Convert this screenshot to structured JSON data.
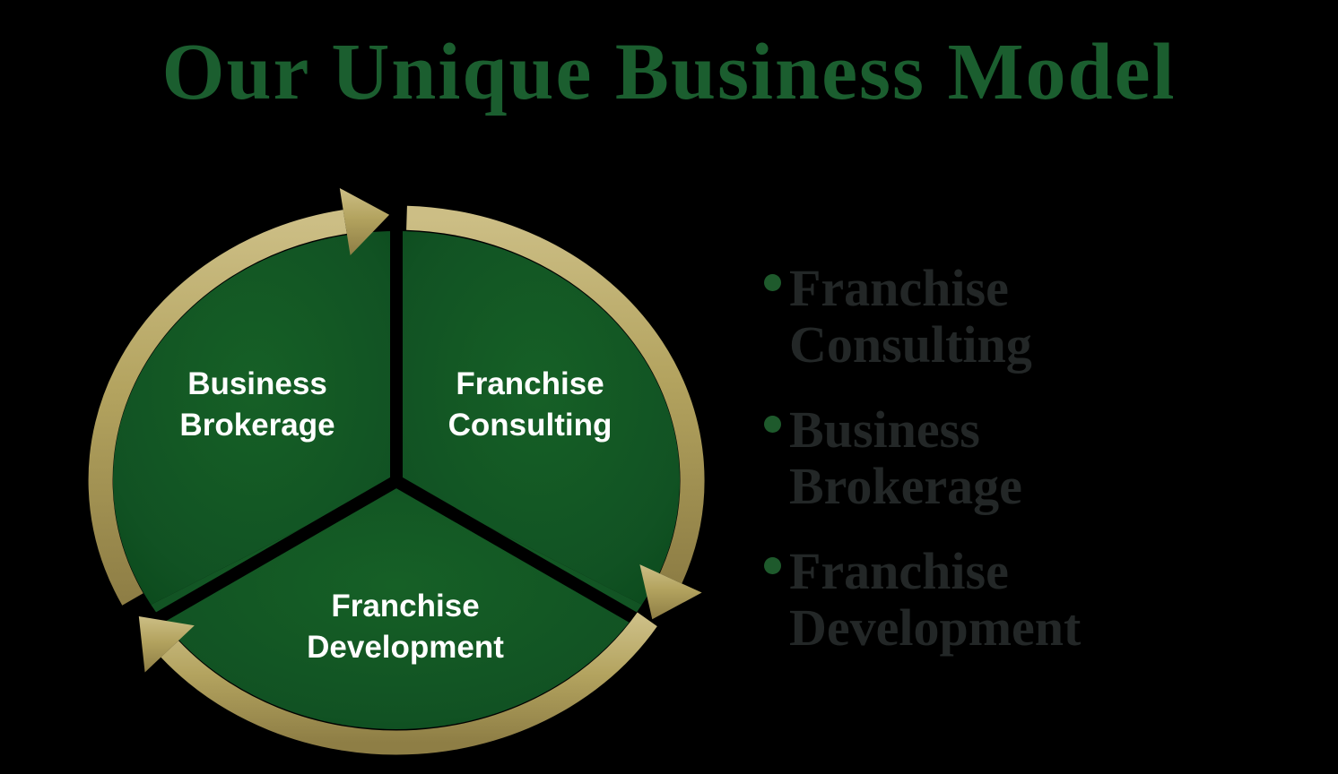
{
  "title": "Our Unique Business Model",
  "colors": {
    "background": "#000000",
    "titleGreen": "#1b5e2f",
    "pieGreenLight": "#166026",
    "pieGreenDark": "#0b4a1c",
    "goldLight": "#ccbe85",
    "gold": "#b3a35f",
    "goldDark": "#8e7e45",
    "labelWhite": "#ffffff",
    "listText": "#232727",
    "bulletGreen": "#1e5a2c"
  },
  "diagram": {
    "wedges": [
      {
        "id": "business-brokerage",
        "line1": "Business",
        "line2": "Brokerage"
      },
      {
        "id": "franchise-consulting",
        "line1": "Franchise",
        "line2": "Consulting"
      },
      {
        "id": "franchise-development",
        "line1": "Franchise",
        "line2": "Development"
      }
    ]
  },
  "bullets": {
    "items": [
      {
        "text": "Franchise Consulting"
      },
      {
        "text": "Business Brokerage"
      },
      {
        "text": "Franchise Development"
      }
    ]
  }
}
